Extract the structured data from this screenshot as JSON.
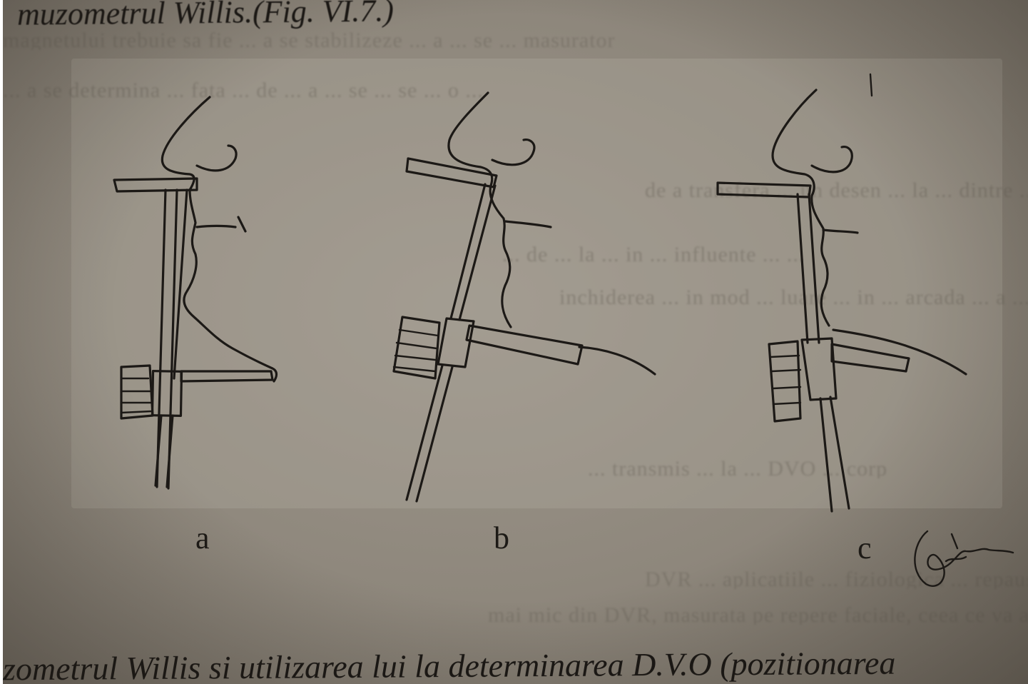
{
  "page": {
    "top_caption": "muzometrul Willis.(Fig. VI.7.)",
    "bottom_caption": "zometrul Willis si utilizarea lui la determinarea D.V.O (pozitionarea",
    "bleed_lines": [
      "magnetului trebuie sa fie ... a se stabilizeze ... a ... se ... masurator",
      "... a se determina ... fata ... de ... a ... se ... se ... o ... ",
      "de a transfera ... un desen ... la ... dintre ... aceste ... care",
      "... de ... la ... in ... influente ... ...",
      "inchiderea ... in mod ... luare ... in ... arcada ... a ... extractie",
      "... transmis ... la ... DVO ... corp",
      "DVR ... aplicatiile ... fiziologica ... repaus ... regula",
      "mai mic din DVR, masurata pe repere faciale, ceea ce va asigura"
    ]
  },
  "figure": {
    "panels": [
      {
        "label": "a"
      },
      {
        "label": "b"
      },
      {
        "label": "c"
      }
    ],
    "signature_present": true
  }
}
